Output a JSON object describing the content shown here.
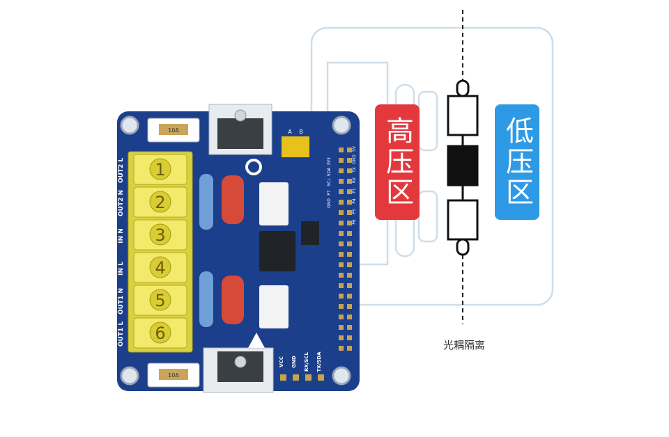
{
  "colors": {
    "high_voltage": "#e3393d",
    "low_voltage": "#2e9ae6",
    "pcb": "#1c3f8c",
    "terminal_block": "#e8de3a",
    "outline": "#cfdde8"
  },
  "labels": {
    "high_voltage_zone": "高压区",
    "low_voltage_zone": "低压区",
    "isolation_caption": "光耦隔离"
  },
  "board": {
    "terminal_numbers": [
      "1",
      "2",
      "3",
      "4",
      "5",
      "6"
    ],
    "terminal_side_labels": [
      "OUT2 L",
      "OUT2 N",
      "IN N",
      "IN L",
      "OUT1 N",
      "OUT1 L"
    ],
    "fuse_label": "10A",
    "header_pin_labels_top": [
      "3V3",
      "SDA",
      "SCL",
      "P7",
      "GND"
    ],
    "header_pin_labels_mid": [
      "5V",
      "GND",
      "TX",
      "RX",
      "P1",
      "P4",
      "P5",
      "P6"
    ],
    "jumper_labels": [
      "A",
      "B"
    ],
    "bottom_pin_labels": [
      "VCC",
      "GND",
      "RX/SCL",
      "TX/SDA"
    ],
    "optocoupler_icon": "optocoupler-icon"
  }
}
